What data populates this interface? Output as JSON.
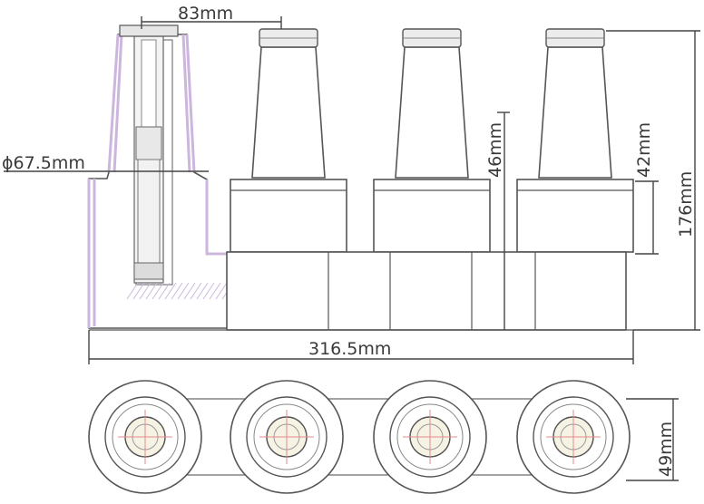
{
  "dimensions": {
    "top_width": "83mm",
    "diameter": "ϕ67.5mm",
    "total_length": "316.5mm",
    "height_46": "46mm",
    "height_42": "42mm",
    "total_height": "176mm",
    "ring_height": "49mm"
  },
  "colors": {
    "insulation": "#f6efc4",
    "sheath": "#cdb6dd",
    "stroke": "#555555",
    "centerline": "#e48b8b"
  }
}
